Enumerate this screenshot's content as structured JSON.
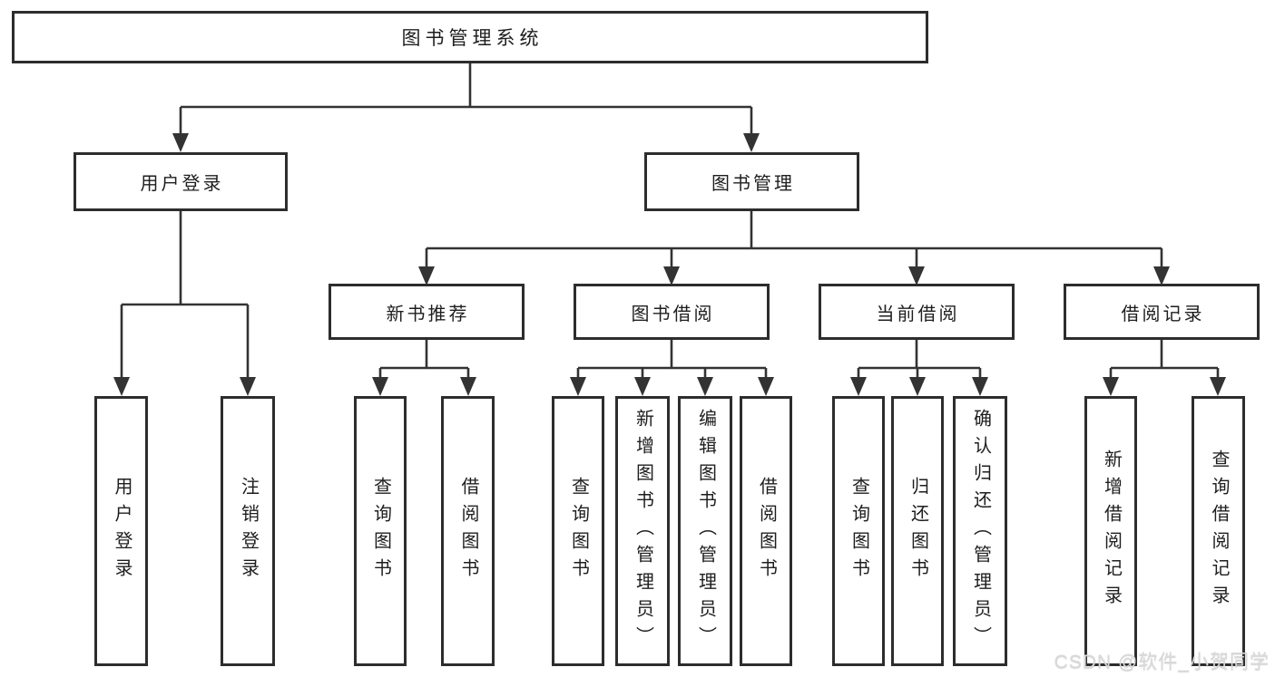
{
  "diagram": {
    "root": {
      "label": "图书管理系统"
    },
    "level2": [
      {
        "label": "用户登录"
      },
      {
        "label": "图书管理"
      }
    ],
    "level3": [
      {
        "label": "新书推荐"
      },
      {
        "label": "图书借阅"
      },
      {
        "label": "当前借阅"
      },
      {
        "label": "借阅记录"
      }
    ],
    "leaves": {
      "user_login": [
        {
          "label": "用户登录"
        },
        {
          "label": "注销登录"
        }
      ],
      "new_book": [
        {
          "label": "查询图书"
        },
        {
          "label": "借阅图书"
        }
      ],
      "book_borrow": [
        {
          "label": "查询图书"
        },
        {
          "label": "新增图书（管理员）"
        },
        {
          "label": "编辑图书（管理员）"
        },
        {
          "label": "借阅图书"
        }
      ],
      "current_borrow": [
        {
          "label": "查询图书"
        },
        {
          "label": "归还图书"
        },
        {
          "label": "确认归还（管理员）"
        }
      ],
      "borrow_record": [
        {
          "label": "新增借阅记录"
        },
        {
          "label": "查询借阅记录"
        }
      ]
    },
    "watermark": "CSDN @软件_小贺同学",
    "colors": {
      "line": "#333333",
      "box_border": "#2d2d2d",
      "text": "#1e1e1e",
      "watermark_text": "#d9d9d9"
    }
  }
}
